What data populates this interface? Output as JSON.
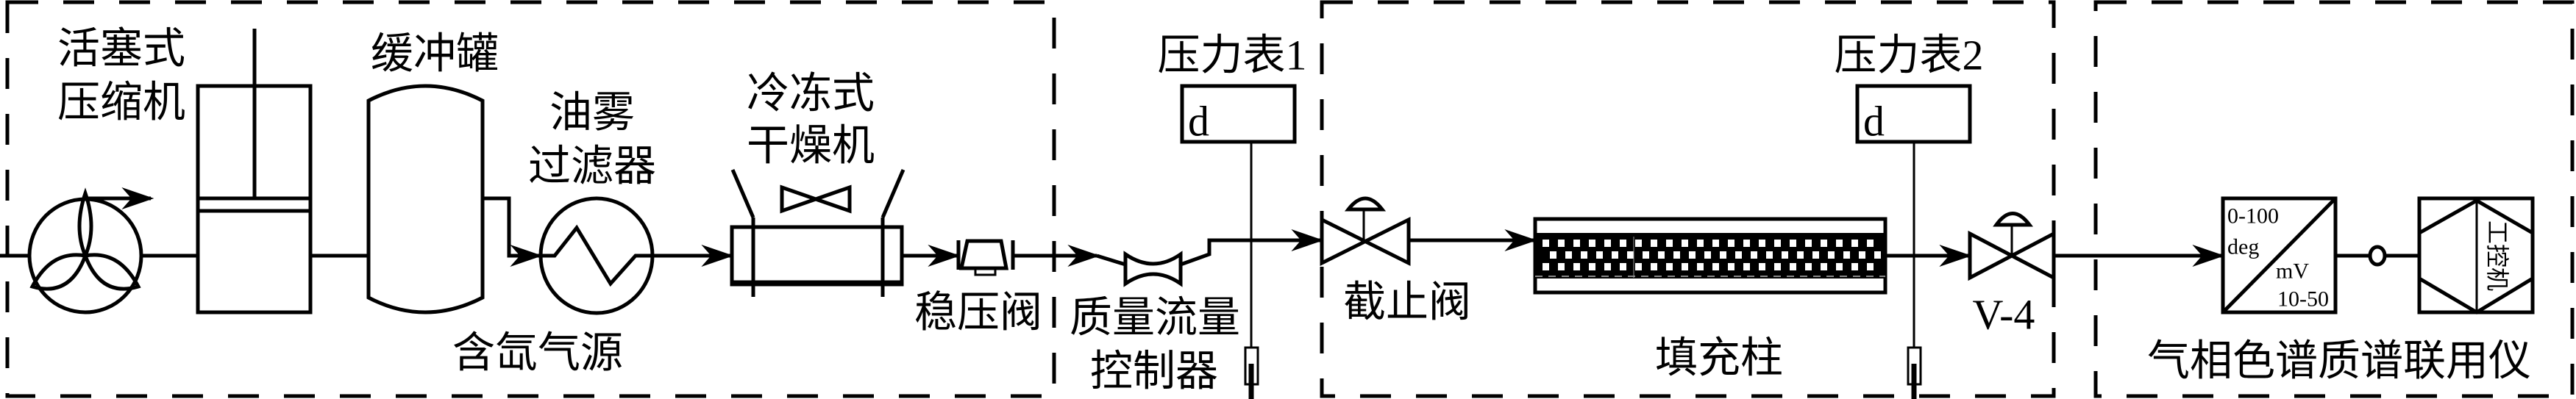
{
  "sections": {
    "gas_source": {
      "title": "含氙气源",
      "compressor": "活塞式压缩机",
      "compressor_lines": [
        "活塞式",
        "压缩机"
      ],
      "buffer_tank": "缓冲罐",
      "oil_mist_filter_lines": [
        "油雾",
        "过滤器"
      ],
      "refrigerated_dryer_lines": [
        "冷冻式",
        "干燥机"
      ]
    },
    "flow_control": {
      "pressure_regulator": "稳压阀",
      "mfc_lines": [
        "质量流量",
        "控制器"
      ],
      "gauge1_label": "压力表1",
      "gauge1_symbol": "d"
    },
    "column_section": {
      "stop_valve": "截止阀",
      "packed_column": "填充柱",
      "gauge2_label": "压力表2",
      "gauge2_symbol": "d",
      "valve_v4": "V-4"
    },
    "analysis": {
      "title": "气相色谱质谱联用仪",
      "converter": {
        "in_range": "0-100",
        "in_unit": "deg",
        "out_unit": "mV",
        "out_range": "10-50"
      },
      "ipc": "工控机"
    }
  },
  "colors": {
    "line": "#000000",
    "background": "#ffffff",
    "dash_accent": "#888888"
  }
}
